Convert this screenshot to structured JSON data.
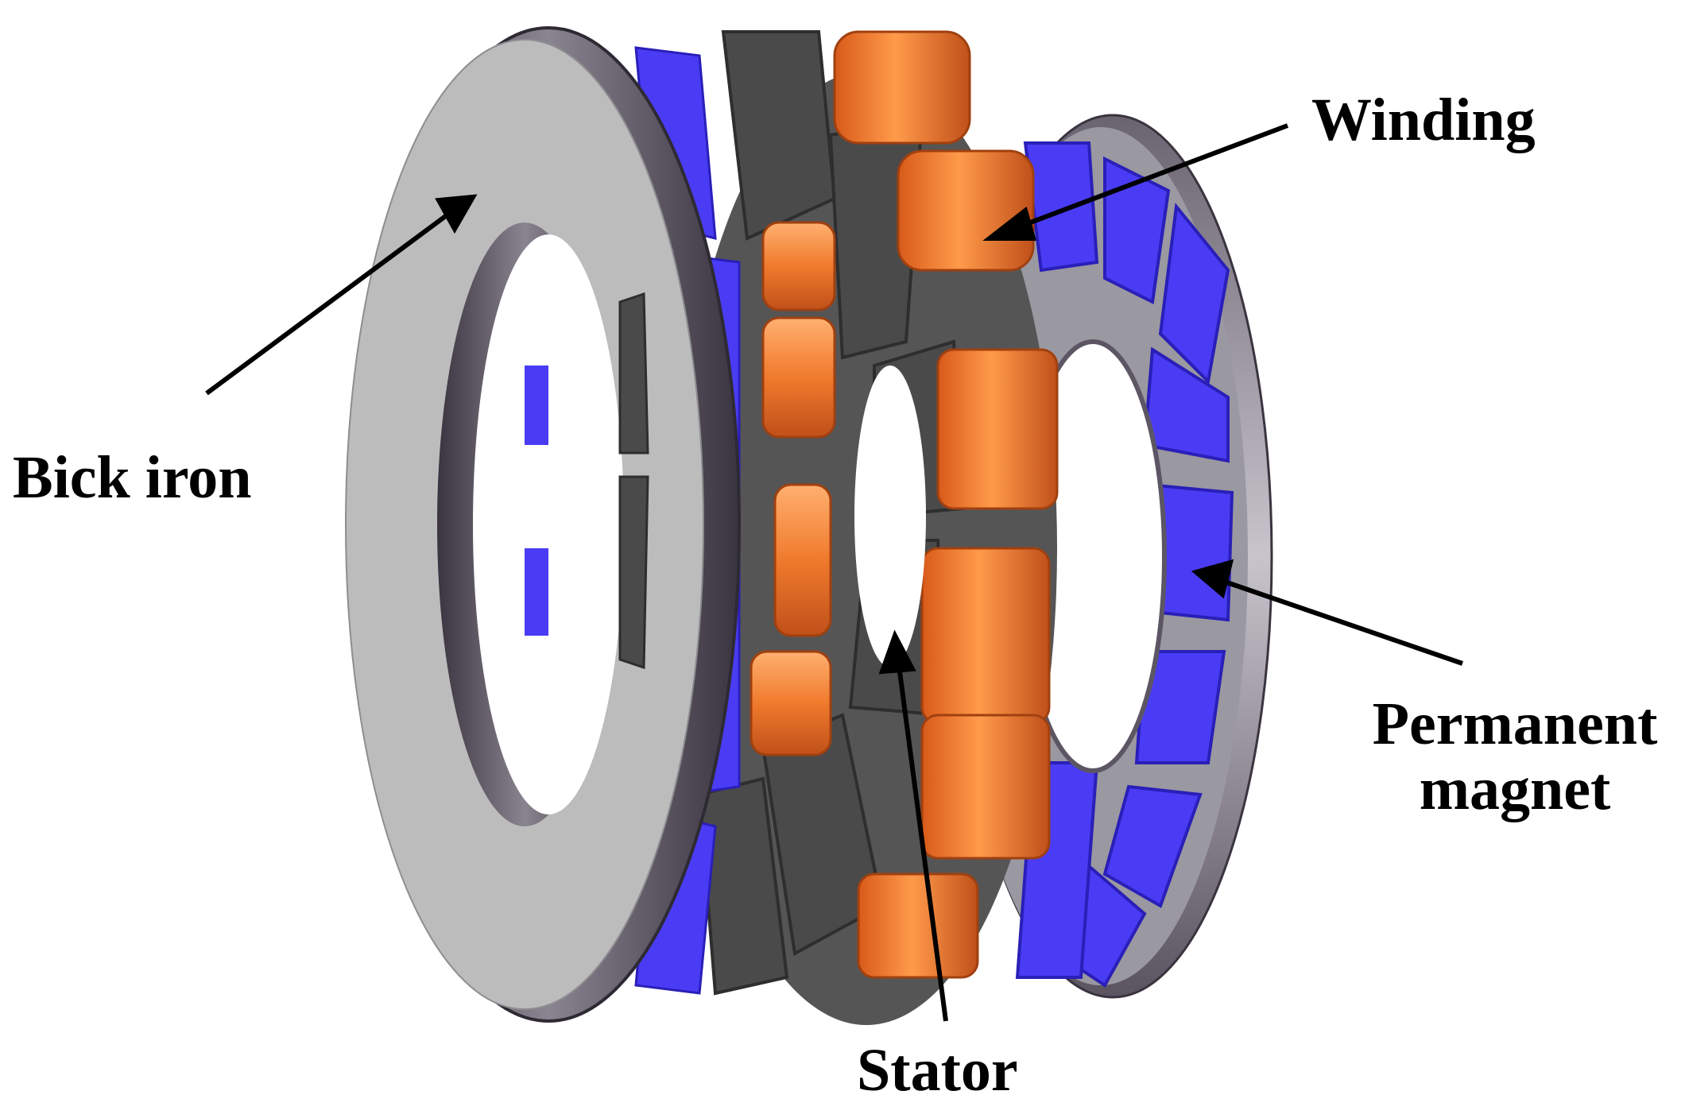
{
  "labels": {
    "winding": "Winding",
    "back_iron": "Bick iron",
    "permanent_magnet_line1": "Permanent",
    "permanent_magnet_line2": "magnet",
    "stator": "Stator"
  },
  "colors": {
    "back_iron_face": "#bcbcbc",
    "back_iron_edge": "#5c5664",
    "stator_core": "#4a4a4a",
    "stator_core_light": "#6a6a6a",
    "winding_copper": "#f07a2c",
    "winding_highlight": "#ffb070",
    "magnet_blue": "#4a3cf4",
    "magnet_blue_dark": "#2a1fb8",
    "arrow": "#000000"
  }
}
